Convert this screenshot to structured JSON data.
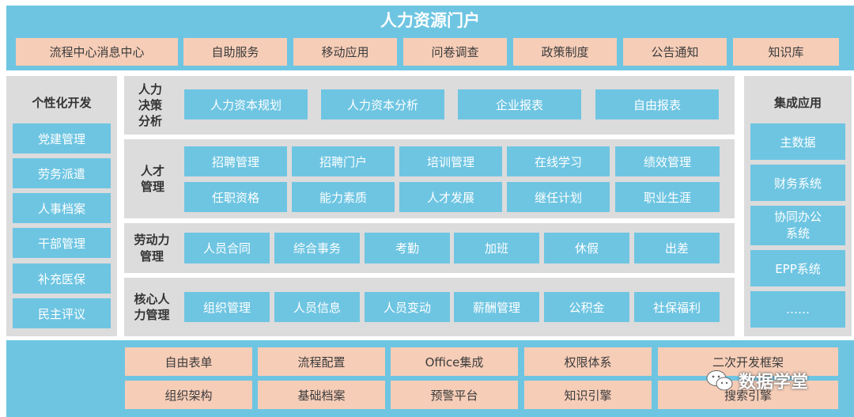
{
  "header": {
    "title": "人力资源门户",
    "nav": [
      "流程中心消息中心",
      "自助服务",
      "移动应用",
      "问卷调查",
      "政策制度",
      "公告通知",
      "知识库"
    ]
  },
  "left": {
    "title": "个性化开发",
    "items": [
      "党建管理",
      "劳务派遣",
      "人事档案",
      "干部管理",
      "补充医保",
      "民主评议"
    ]
  },
  "right": {
    "title": "集成应用",
    "items": [
      "主数据",
      "财务系统",
      "协同办公系统",
      "EPP系统",
      "……"
    ]
  },
  "rows": [
    {
      "label": "人力决策分析",
      "cells": [
        "人力资本规划",
        "人力资本分析",
        "企业报表",
        "自由报表"
      ]
    },
    {
      "label": "人才管理",
      "cells": [
        "招聘管理",
        "招聘门户",
        "培训管理",
        "在线学习",
        "绩效管理",
        "任职资格",
        "能力素质",
        "人才发展",
        "继任计划",
        "职业生涯"
      ]
    },
    {
      "label": "劳动力管理",
      "cells": [
        "人员合同",
        "综合事务",
        "考勤",
        "加班",
        "休假",
        "出差"
      ]
    },
    {
      "label": "核心人力管理",
      "cells": [
        "组织管理",
        "人员信息",
        "人员变动",
        "薪酬管理",
        "公积金",
        "社保福利"
      ]
    }
  ],
  "platform": {
    "items": [
      "自由表单",
      "流程配置",
      "Office集成",
      "权限体系",
      "二次开发框架",
      "组织架构",
      "基础档案",
      "预警平台",
      "知识引擎",
      "搜索引擎"
    ]
  },
  "watermark": {
    "text": "数据学堂",
    "icon": "wechat-icon"
  },
  "colors": {
    "primary": "#6ec5e2",
    "accent": "#f6cdb7",
    "panel": "#dcdcdc"
  }
}
